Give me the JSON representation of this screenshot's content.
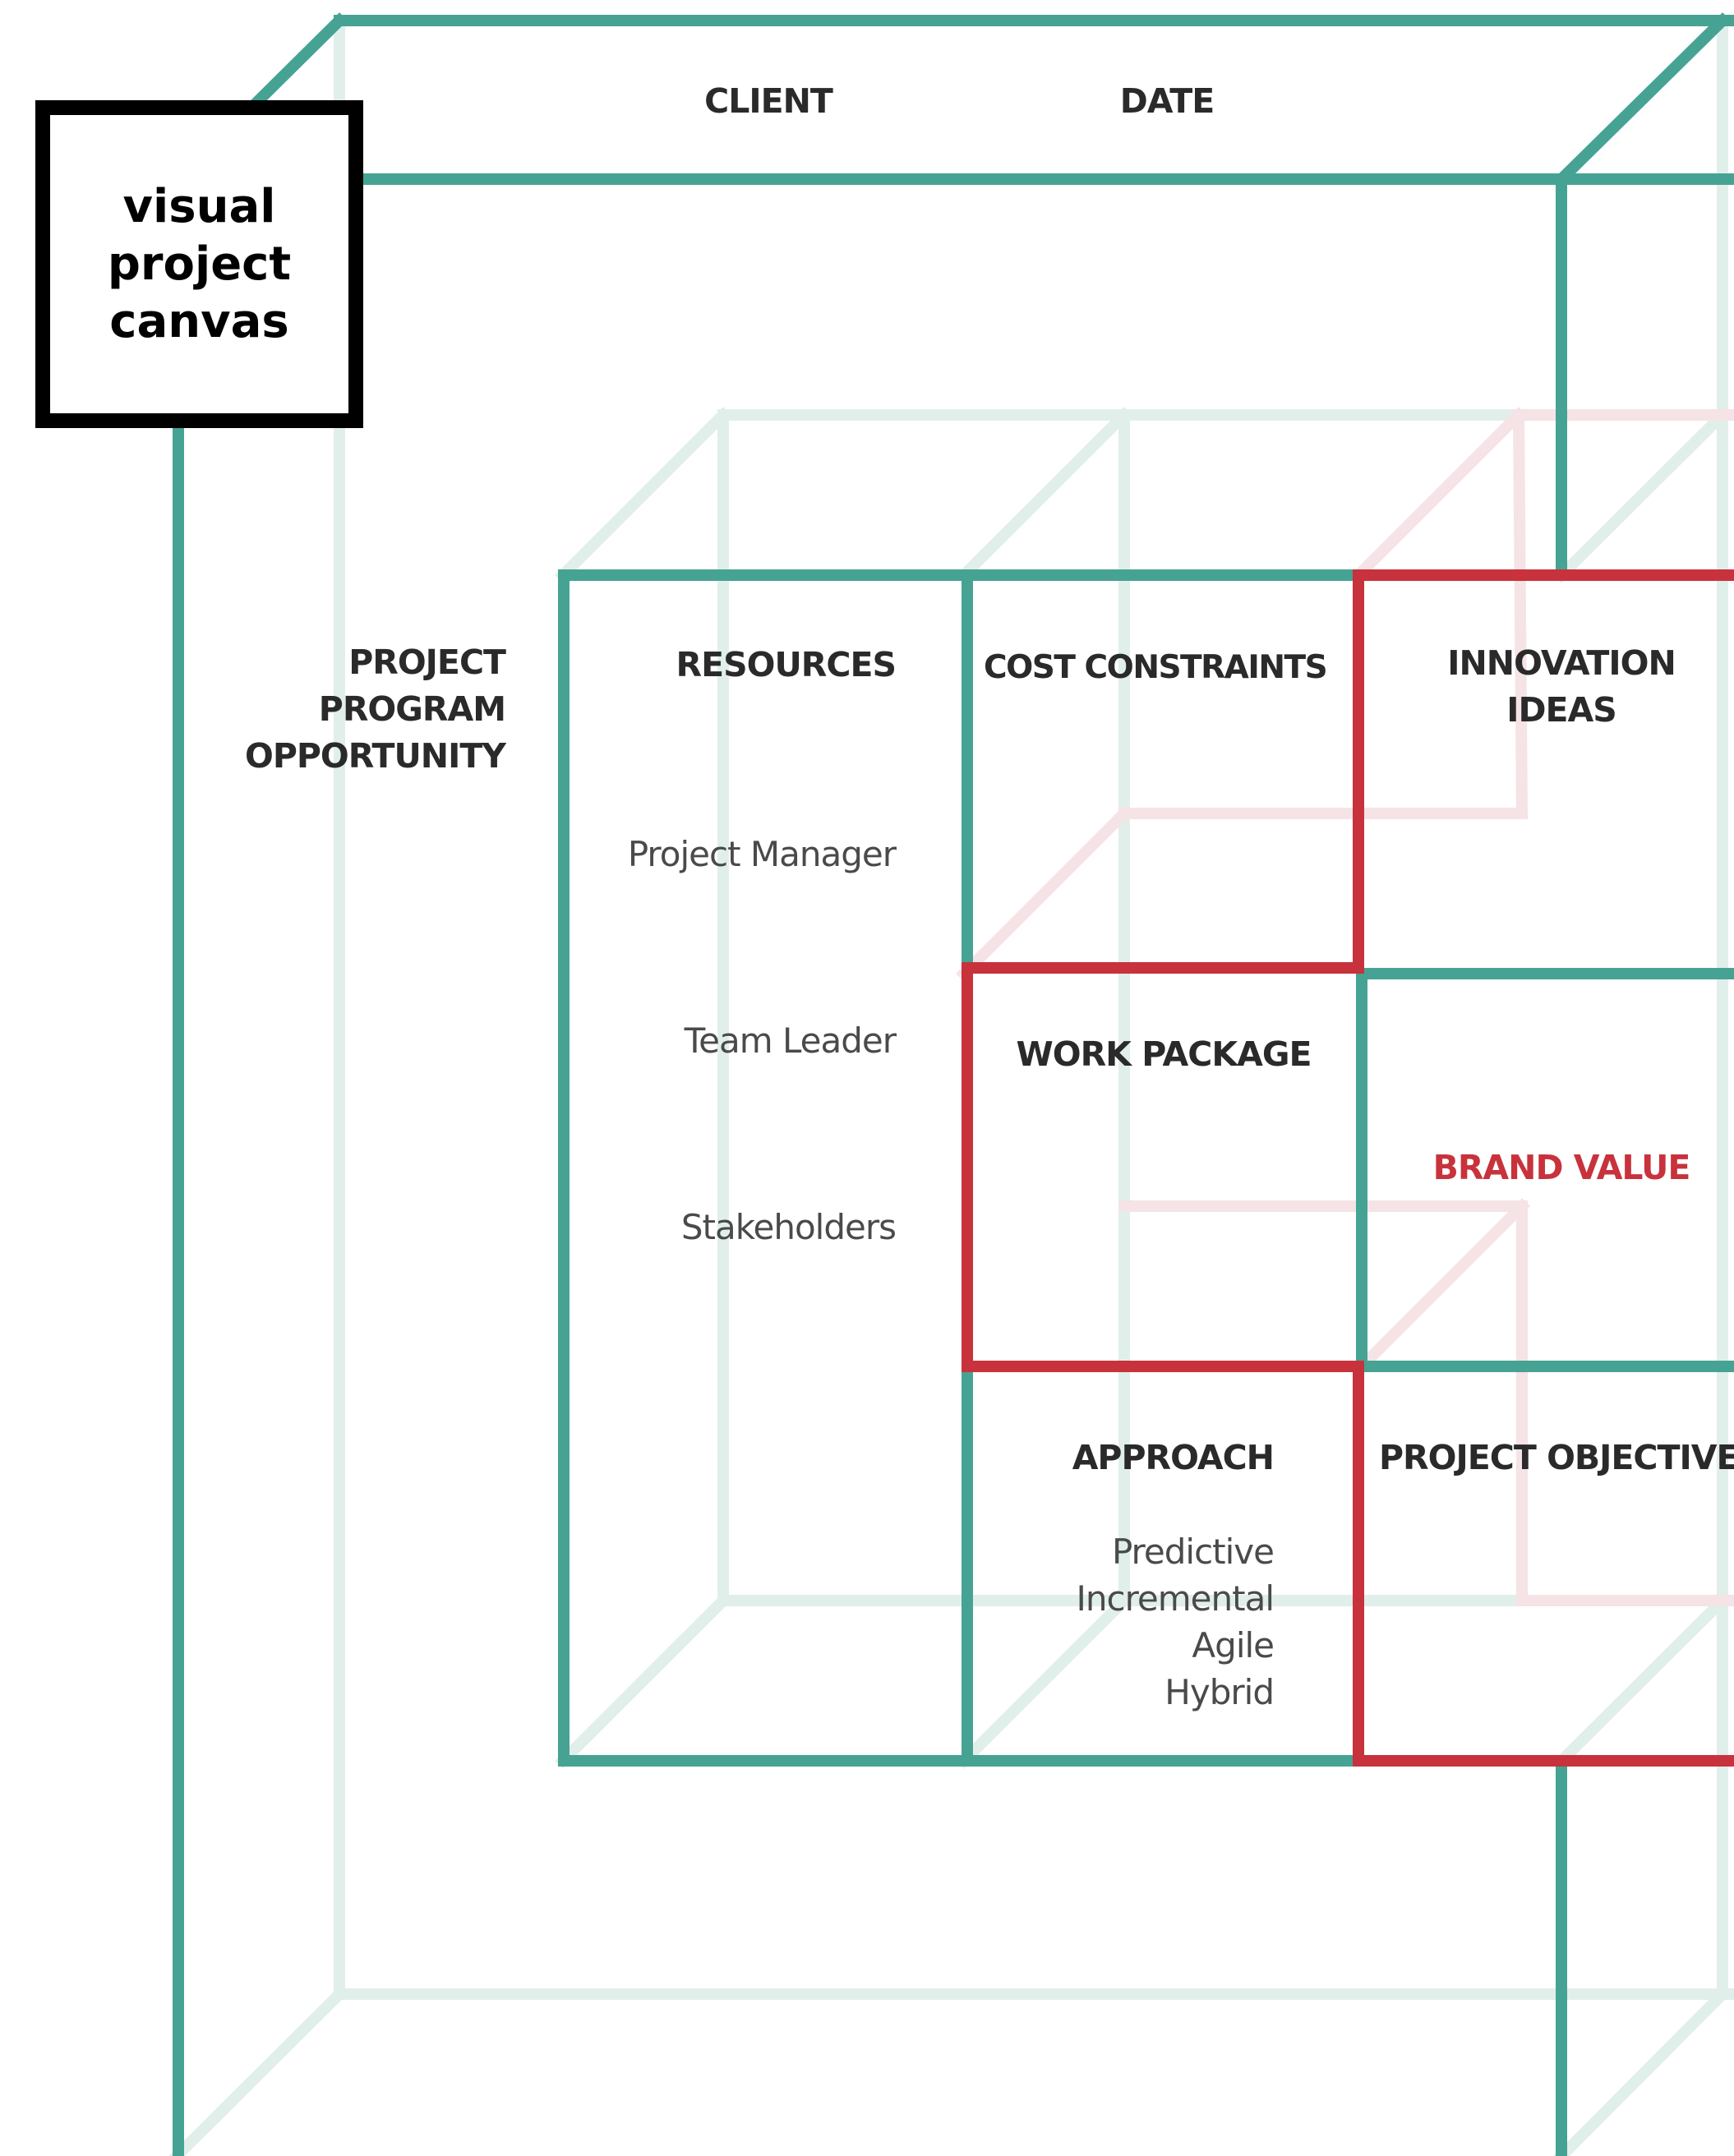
{
  "logo": {
    "line1": "visual",
    "line2": "project",
    "line3": "canvas"
  },
  "header": {
    "client": "CLIENT",
    "date": "DATE"
  },
  "sections": {
    "opportunity": {
      "line1": "PROJECT",
      "line2": "PROGRAM",
      "line3": "OPPORTUNITY"
    },
    "resources": {
      "title": "RESOURCES",
      "items": [
        "Project Manager",
        "Team Leader",
        "Stakeholders"
      ]
    },
    "cost_constraints": {
      "title": "COST CONSTRAINTS"
    },
    "innovation": {
      "line1": "INNOVATION",
      "line2": "IDEAS"
    },
    "work_package": {
      "title": "WORK PACKAGE"
    },
    "brand_value": {
      "title": "BRAND VALUE"
    },
    "approach": {
      "title": "APPROACH",
      "items": [
        "Predictive",
        "Incremental",
        "Agile",
        "Hybrid"
      ]
    },
    "project_objective": {
      "title": "PROJECT OBJECTIVE"
    }
  },
  "colors": {
    "teal": "#46a393",
    "teal_light": "#e1efea",
    "red": "#c8323c",
    "pink_light": "#f5e3e6",
    "text": "#2a2a2a"
  }
}
